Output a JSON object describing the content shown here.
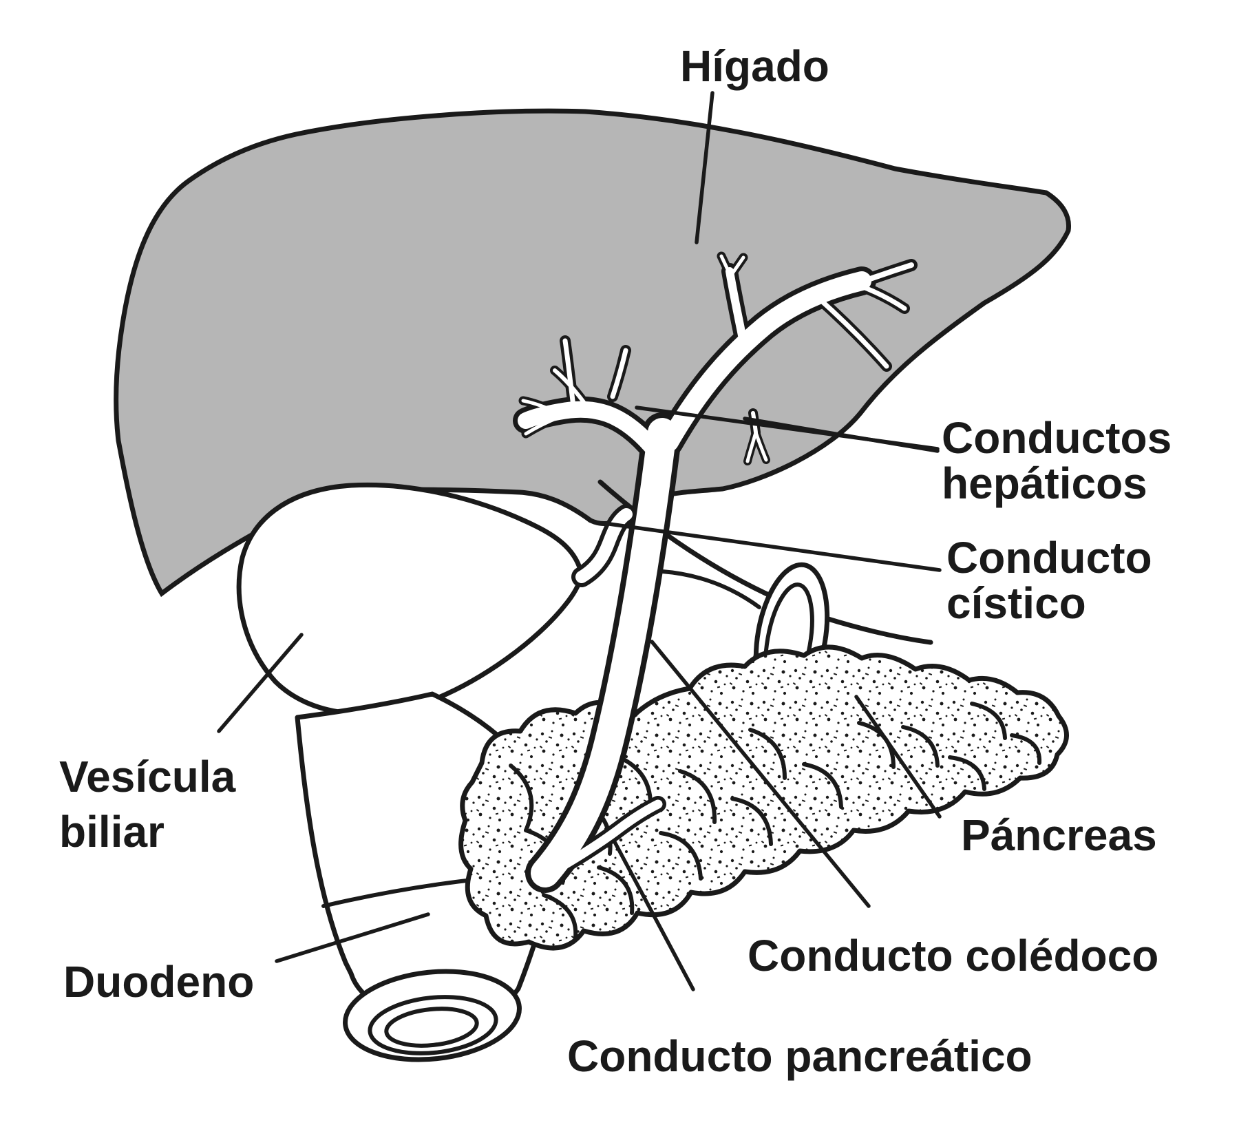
{
  "figure": {
    "colors": {
      "background": "#ffffff",
      "ink": "#1a1a1a",
      "liver_fill": "#b6b6b6",
      "structure_fill": "#ffffff"
    },
    "labels": {
      "higado": {
        "text": "Hígado"
      },
      "conductos_hepaticos": {
        "line1": "Conductos",
        "line2": "hepáticos"
      },
      "conducto_cistico": {
        "line1": "Conducto",
        "line2": "cístico"
      },
      "vesicula_biliar": {
        "line1": "Vesícula",
        "line2": "biliar"
      },
      "pancreas": {
        "text": "Páncreas"
      },
      "conducto_coledoco": {
        "text": "Conducto colédoco"
      },
      "duodeno": {
        "text": "Duodeno"
      },
      "conducto_pancreatico": {
        "text": "Conducto pancreático"
      }
    }
  }
}
